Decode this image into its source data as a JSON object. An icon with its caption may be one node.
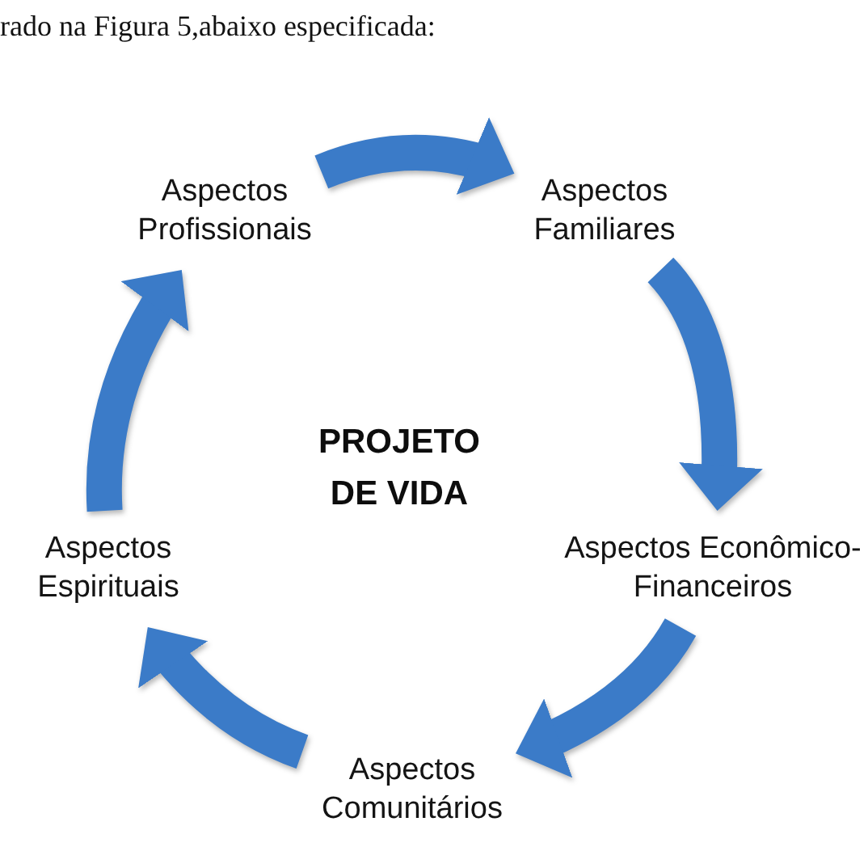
{
  "diagram": {
    "nodes": [
      {
        "text": [
          "Aspectos Profissionais"
        ]
      },
      {
        "text": [
          "Aspectos Familiares"
        ]
      },
      {
        "text": [
          "Aspectos Espirituais"
        ]
      },
      {
        "text": [
          "Aspectos Econômico-Financeiros"
        ]
      },
      {
        "text": [
          "Aspectos Comunitários"
        ]
      }
    ],
    "edges": [
      {
        "from": 0,
        "to": 1,
        "arrow": "to"
      },
      {
        "from": 1,
        "to": 3,
        "arrow": "to"
      },
      {
        "from": 3,
        "to": 4,
        "arrow": "to"
      },
      {
        "from": 4,
        "to": 2,
        "arrow": "to"
      },
      {
        "from": 2,
        "to": 0,
        "arrow": "to"
      }
    ],
    "labels": [
      "rado na Figura 5,abaixo especificada:",
      "PROJETO DE VIDA"
    ]
  }
}
